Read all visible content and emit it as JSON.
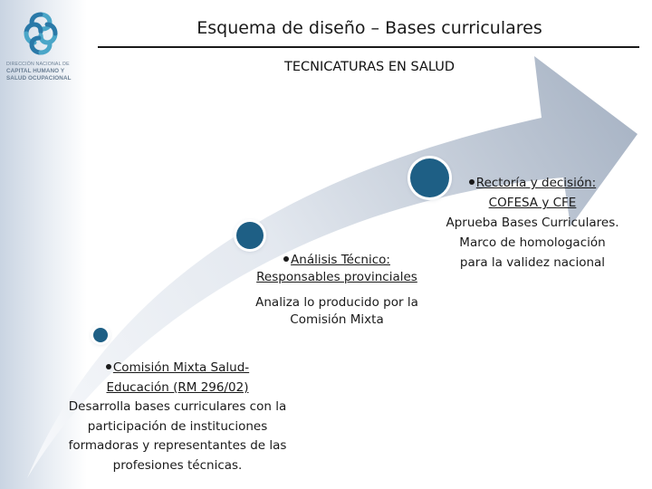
{
  "header": {
    "title": "Esquema de diseño – Bases curriculares",
    "subtitle": "TECNICATURAS EN SALUD"
  },
  "logo": {
    "line1": "DIRECCIÓN NACIONAL DE",
    "line2": "CAPITAL HUMANO Y",
    "line3": "SALUD OCUPACIONAL"
  },
  "colors": {
    "node": "#1e5f85",
    "arrow_light": "#f3f5f8",
    "arrow_dark": "#a9b5c6"
  },
  "stages": [
    {
      "heading_line1": "Comisión Mixta Salud-",
      "heading_line2": "Educación (RM 296/02)",
      "body_lines": [
        "Desarrolla bases curriculares con la",
        "participación de instituciones",
        "formadoras y representantes de las",
        "profesiones técnicas."
      ]
    },
    {
      "heading_line1": "Análisis Técnico:",
      "heading_line2": "Responsables provinciales",
      "body_lines": [
        "Analiza lo producido por la",
        "Comisión Mixta"
      ]
    },
    {
      "heading_line1": "Rectoría y decisión:",
      "heading_line2": "COFESA y CFE",
      "body_lines": [
        "Aprueba Bases Curriculares.",
        "Marco de homologación",
        "para la validez nacional"
      ]
    }
  ]
}
